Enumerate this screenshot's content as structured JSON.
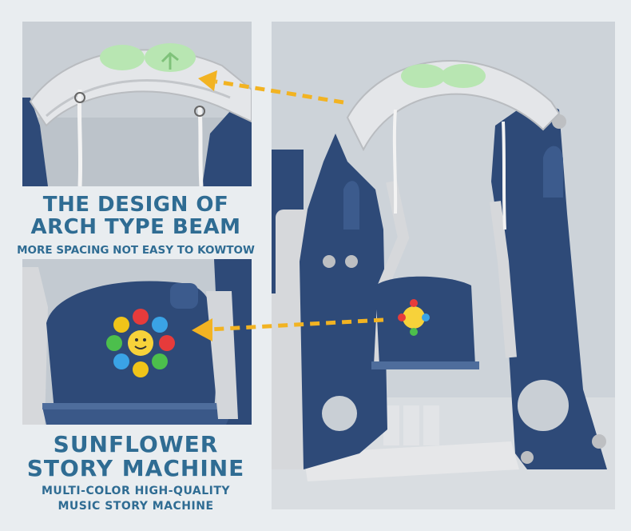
{
  "section1": {
    "title_line1": "THE DESIGN OF",
    "title_line2": "ARCH TYPE BEAM",
    "subtitle": "MORE SPACING NOT EASY TO KOWTOW"
  },
  "section2": {
    "title_line1": "SUNFLOWER",
    "title_line2": "STORY MACHINE",
    "subtitle_line1": "MULTI-COLOR HIGH-QUALITY",
    "subtitle_line2": "MUSIC STORY MACHINE"
  },
  "colors": {
    "heading": "#2f6c93",
    "product_blue": "#2e4a78",
    "product_grey": "#d6d8db",
    "arrow": "#f2b322",
    "leaf_green": "#b8e6b2"
  },
  "icons": [
    "arch-leaf-icon",
    "sunflower-icon",
    "dotted-arrow-icon"
  ]
}
